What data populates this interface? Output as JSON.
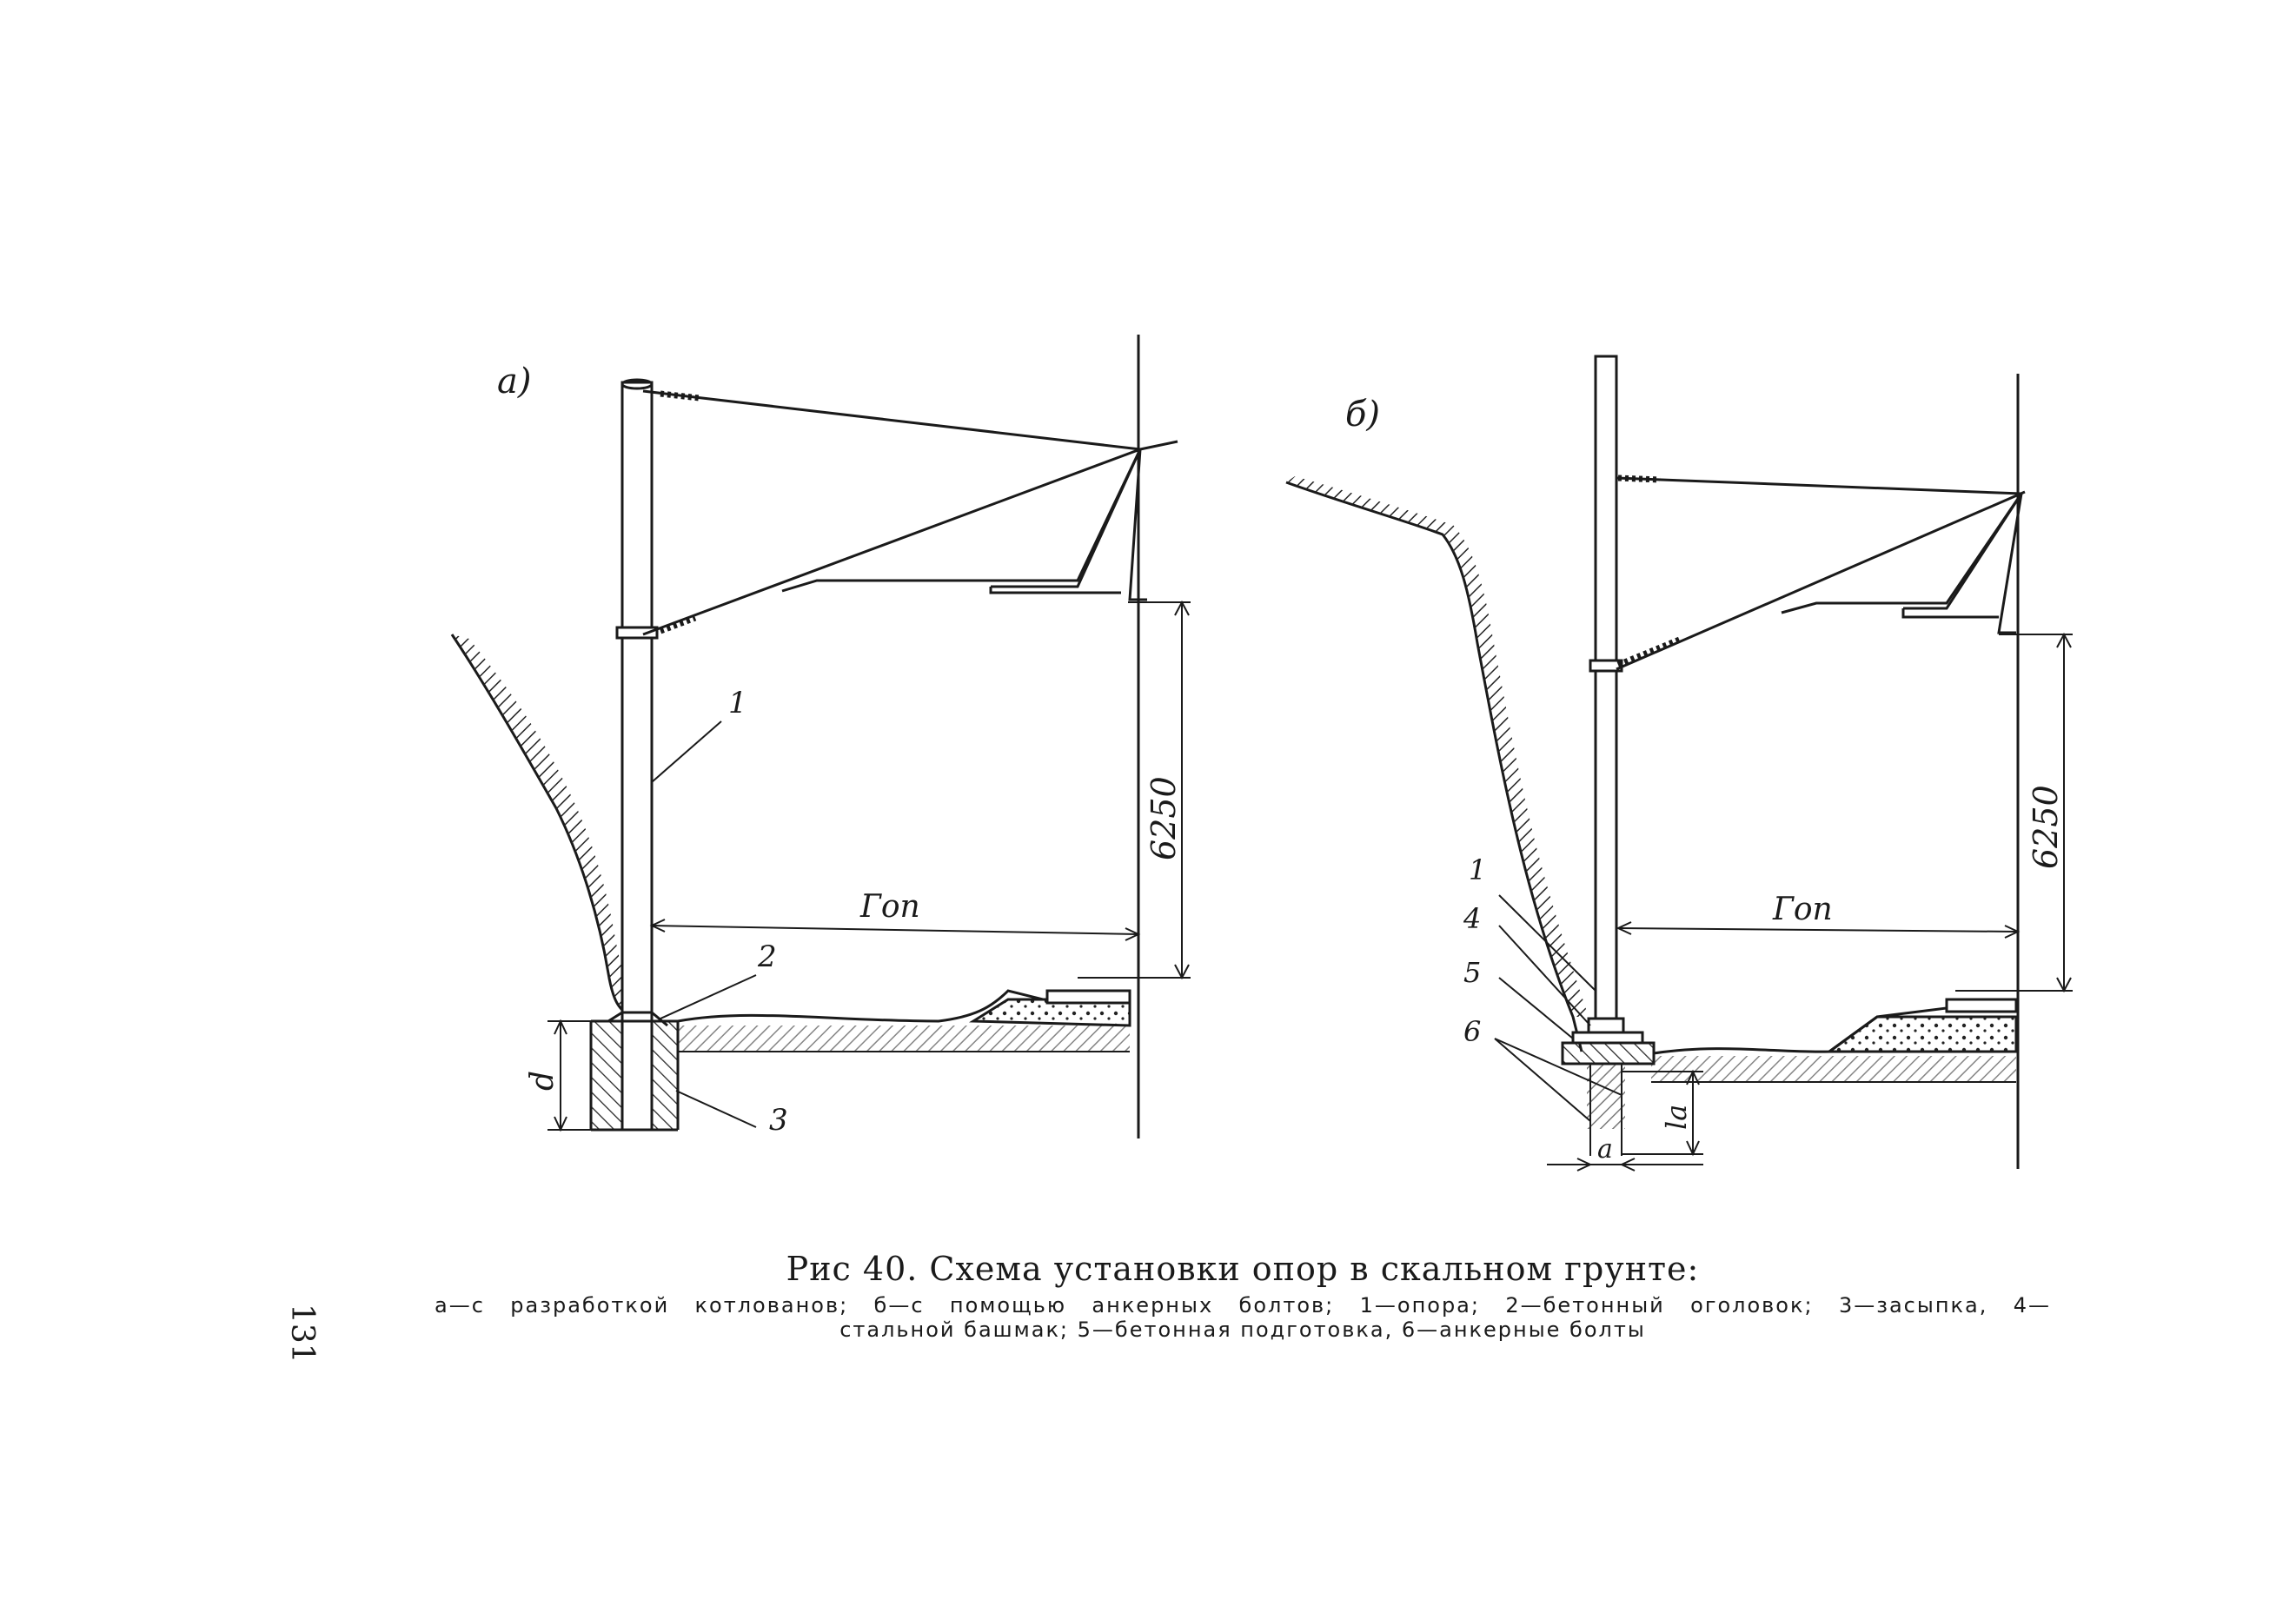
{
  "figure": {
    "title": "Рис 40. Схема установки опор в скальном грунте:",
    "legend_line1": "а—с разработкой котлованов; б—с помощью анкерных болтов; 1—опора; 2—бетонный оголовок; 3—засыпка, 4—",
    "legend_line2": "стальной башмак; 5—бетонная подготовка, 6—анкерные болты",
    "page_number": "131"
  },
  "panel_a": {
    "label": "а)",
    "dimension_height": "6250",
    "dimension_span": "Гоп",
    "depth_label": "d",
    "callouts": [
      "1",
      "2",
      "3"
    ]
  },
  "panel_b": {
    "label": "б)",
    "dimension_height": "6250",
    "dimension_span": "Гоп",
    "anchor_depth_label": "la",
    "offset_label": "a",
    "callouts": [
      "1",
      "4",
      "5",
      "6"
    ]
  }
}
